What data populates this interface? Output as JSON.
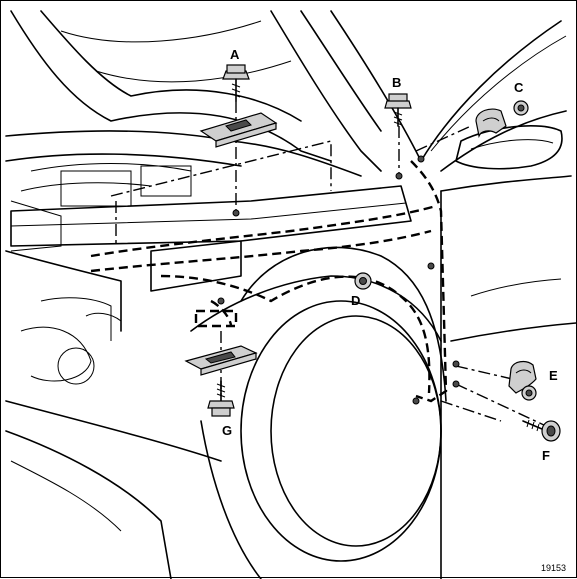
{
  "labels": {
    "a": "A",
    "b": "B",
    "c": "C",
    "d": "D",
    "e": "E",
    "f": "F",
    "g": "G"
  },
  "reference_number": "19153"
}
